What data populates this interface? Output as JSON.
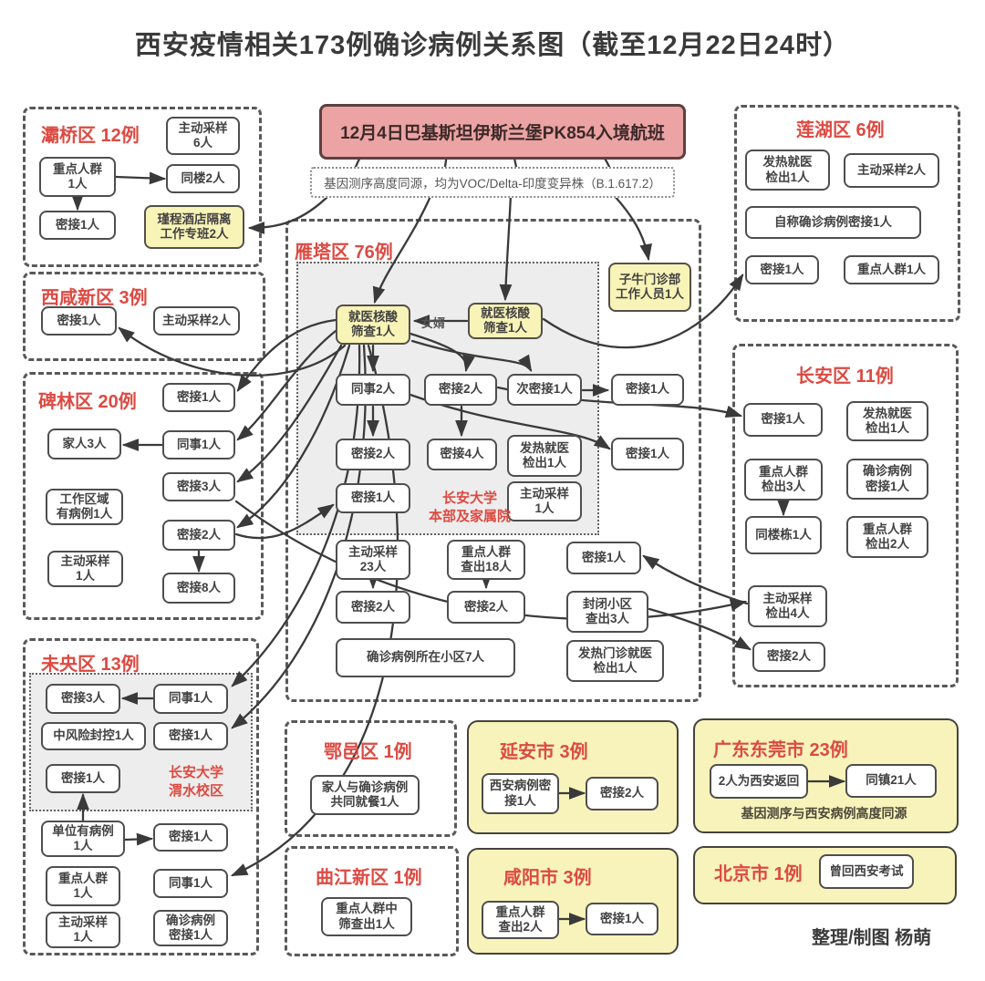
{
  "title": "西安疫情相关173例确诊病例关系图（截至12月22日24时）",
  "credit": "整理/制图 杨萌",
  "flight_box": "12月4日巴基斯坦伊斯兰堡PK854入境航班",
  "gene_box": "基因测序高度同源，均为VOC/Delta-印度变异株（B.1.617.2）",
  "regions": {
    "baqiao": {
      "title": "灞桥区 12例",
      "nodes": [
        "重点人群\n1人",
        "主动采样\n6人",
        "同楼2人",
        "密接1人",
        "瑾程酒店隔离\n工作专班2人"
      ]
    },
    "xixian": {
      "title": "西咸新区 3例",
      "nodes": [
        "密接1人",
        "主动采样2人"
      ]
    },
    "beilin": {
      "title": "碑林区 20例",
      "nodes": [
        "密接1人",
        "家人3人",
        "同事1人",
        "密接3人",
        "工作区域\n有病例1人",
        "密接2人",
        "主动采样\n1人",
        "密接8人"
      ]
    },
    "weiyang": {
      "title": "未央区 13例",
      "sublabel": "长安大学\n渭水校区",
      "nodes": [
        "密接3人",
        "同事1人",
        "中风险封控1人",
        "密接1人",
        "密接1人",
        "单位有病例\n1人",
        "密接1人",
        "重点人群\n1人",
        "同事1人",
        "主动采样\n1人",
        "确诊病例\n密接1人"
      ]
    },
    "yanta": {
      "title": "雁塔区 76例",
      "sublabel": "长安大学\n本部及家属院",
      "relation_label": "女婿",
      "nodes": [
        "子牛门诊部\n工作人员1人",
        "就医核酸\n筛查1人",
        "就医核酸\n筛查1人",
        "同事2人",
        "密接2人",
        "次密接1人",
        "密接1人",
        "密接2人",
        "密接4人",
        "发热就医\n检出1人",
        "密接1人",
        "密接1人",
        "主动采样\n1人",
        "主动采样\n23人",
        "密接2人",
        "重点人群\n查出18人",
        "密接2人",
        "密接1人",
        "封闭小区\n查出3人",
        "确诊病例所在小区7人",
        "发热门诊就医\n检出1人"
      ]
    },
    "lianhu": {
      "title": "莲湖区 6例",
      "nodes": [
        "发热就医\n检出1人",
        "主动采样2人",
        "自称确诊病例密接1人",
        "密接1人",
        "重点人群1人"
      ]
    },
    "changan": {
      "title": "长安区 11例",
      "nodes": [
        "密接1人",
        "发热就医\n检出1人",
        "重点人群\n检出3人",
        "确诊病例\n密接1人",
        "同楼栋1人",
        "重点人群\n检出2人",
        "主动采样\n检出4人",
        "密接2人"
      ]
    },
    "eyi": {
      "title": "鄂邑区 1例",
      "nodes": [
        "家人与确诊病例\n共同就餐1人"
      ]
    },
    "yanan": {
      "title": "延安市 3例",
      "nodes": [
        "西安病例密\n接1人",
        "密接2人"
      ]
    },
    "dongguan": {
      "title": "广东东莞市 23例",
      "caption": "基因测序与西安病例高度同源",
      "nodes": [
        "2人为西安返回",
        "同镇21人"
      ]
    },
    "qujiang": {
      "title": "曲江新区 1例",
      "nodes": [
        "重点人群中\n筛查出1人"
      ]
    },
    "xianyang": {
      "title": "咸阳市 3例",
      "nodes": [
        "重点人群\n查出2人",
        "密接1人"
      ]
    },
    "beijing": {
      "title": "北京市 1例",
      "nodes": [
        "曾回西安考试"
      ]
    }
  },
  "colors": {
    "accent_red": "#dd4a42",
    "flight_pink": "#eca3a3",
    "node_yellow": "#f8f3b7",
    "region_yellow": "#f8f3ba",
    "line": "#3a3a3a"
  }
}
